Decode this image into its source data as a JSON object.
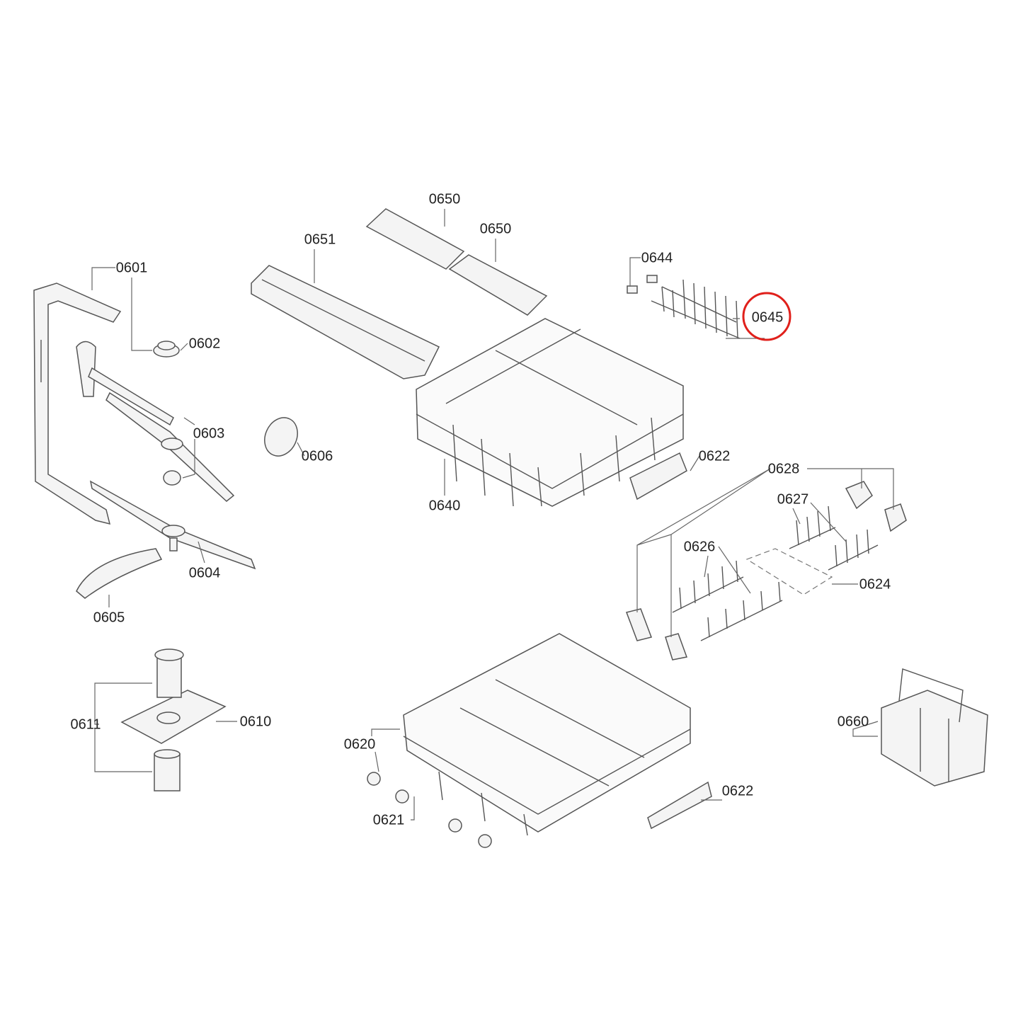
{
  "diagram": {
    "highlight_color": "#e0201b",
    "highlighted_part": "0645",
    "parts": {
      "p0650a": "0650",
      "p0650b": "0650",
      "p0651": "0651",
      "p0644": "0644",
      "p0645": "0645",
      "p0601": "0601",
      "p0602": "0602",
      "p0603": "0603",
      "p0606": "0606",
      "p0640": "0640",
      "p0622a": "0622",
      "p0628": "0628",
      "p0627": "0627",
      "p0626": "0626",
      "p0624": "0624",
      "p0604": "0604",
      "p0605": "0605",
      "p0611": "0611",
      "p0610": "0610",
      "p0620": "0620",
      "p0621": "0621",
      "p0622b": "0622",
      "p0660": "0660"
    }
  }
}
